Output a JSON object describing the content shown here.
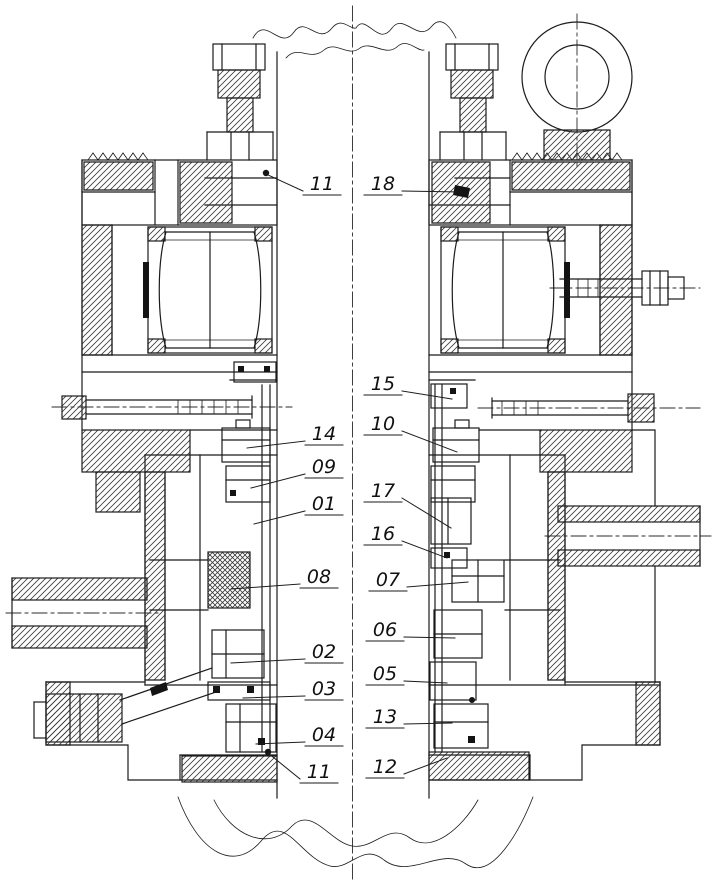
{
  "figure": {
    "kind": "technical-cross-section-drawing",
    "colors": {
      "background": "#ffffff",
      "line": "#1b1b1b"
    },
    "labels": [
      {
        "text": "11",
        "side": "left"
      },
      {
        "text": "18",
        "side": "right"
      },
      {
        "text": "15",
        "side": "right"
      },
      {
        "text": "14",
        "side": "left"
      },
      {
        "text": "10",
        "side": "right"
      },
      {
        "text": "09",
        "side": "left"
      },
      {
        "text": "01",
        "side": "left"
      },
      {
        "text": "17",
        "side": "right"
      },
      {
        "text": "16",
        "side": "right"
      },
      {
        "text": "08",
        "side": "left"
      },
      {
        "text": "07",
        "side": "right"
      },
      {
        "text": "06",
        "side": "right"
      },
      {
        "text": "02",
        "side": "left"
      },
      {
        "text": "05",
        "side": "right"
      },
      {
        "text": "03",
        "side": "left"
      },
      {
        "text": "13",
        "side": "right"
      },
      {
        "text": "04",
        "side": "left"
      },
      {
        "text": "12",
        "side": "right"
      },
      {
        "text": "11",
        "side": "left"
      }
    ]
  }
}
